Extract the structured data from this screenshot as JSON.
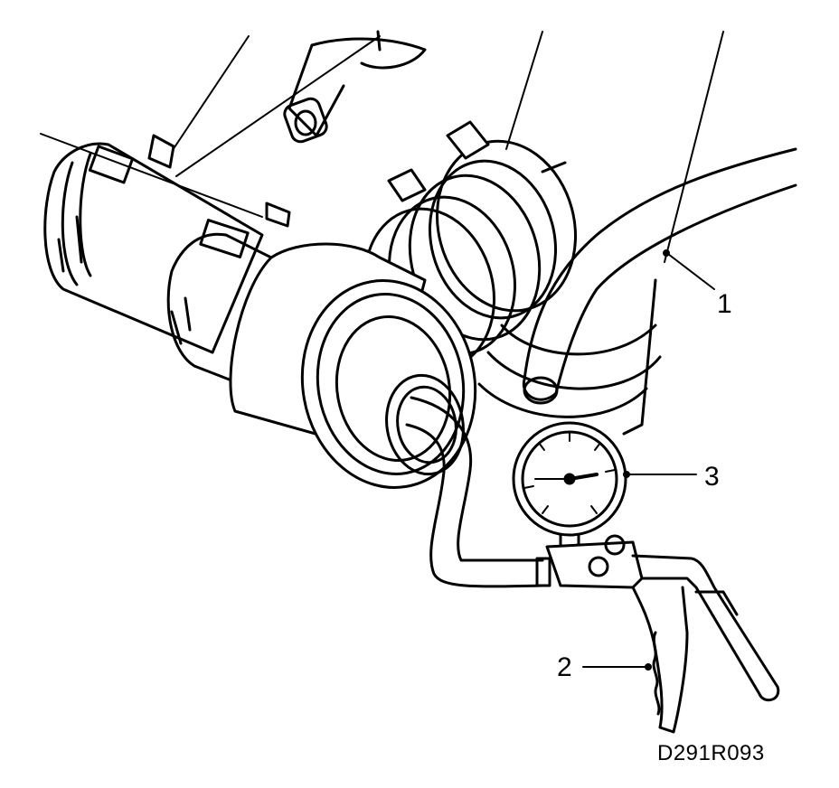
{
  "callouts": {
    "c1": "1",
    "c2": "2",
    "c3": "3"
  },
  "figure_ref": "D291R093",
  "parts": {
    "hose_pipe": "hose-icon",
    "vacuum_pump": "hand-vacuum-pump-icon",
    "gauge": "pressure-gauge-icon"
  },
  "colors": {
    "ink": "#000000",
    "paper": "#ffffff"
  }
}
